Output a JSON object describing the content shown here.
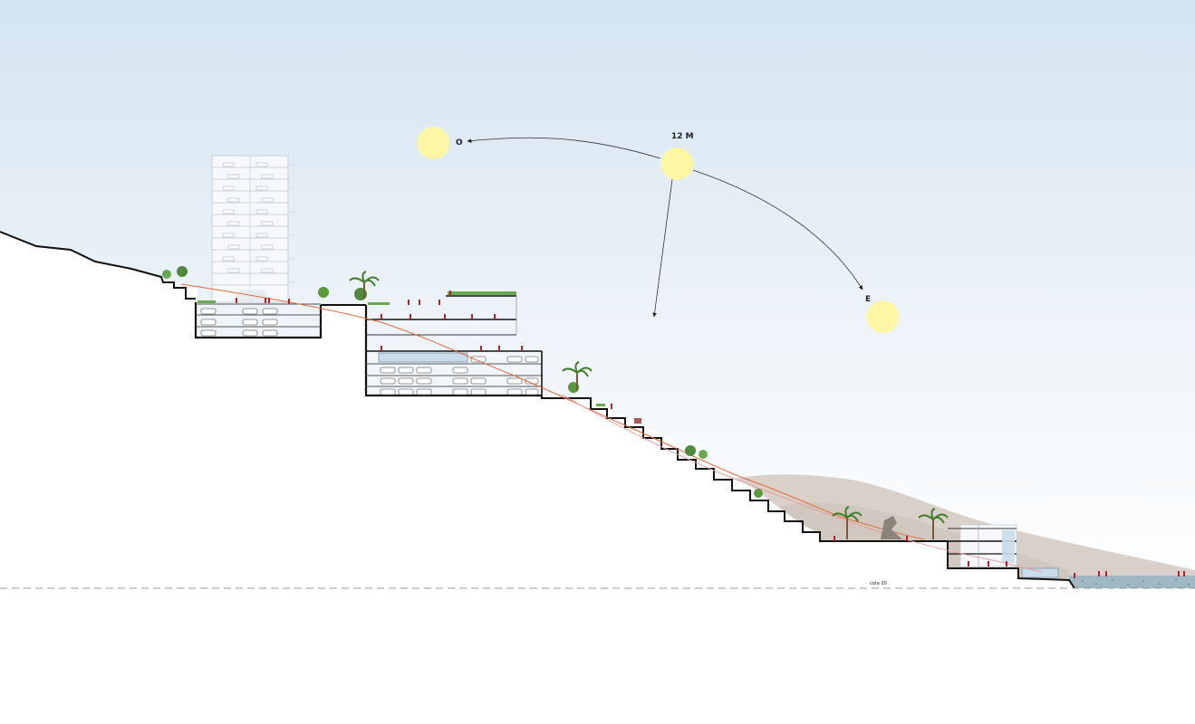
{
  "labels": {
    "noon": "12 M",
    "west": "O",
    "east": "E",
    "datum": "cota 00"
  },
  "colors": {
    "sky_top": "#d3e4f1",
    "sky_bottom": "#ffffff",
    "sun": "#fdf6a4",
    "terrain_line": "#111111",
    "slab": "#111111",
    "path": "#e06a3a",
    "path_pink": "#e7a0a0",
    "people": "#b2232a",
    "vegetation": "#5a9a3a",
    "palm": "#3f7f2a",
    "mountain": "#cfc6bd",
    "sea": "#9fb8c4",
    "pool": "#c8dceb",
    "datum_line": "#9a9a9a"
  },
  "icons": {
    "sun": "sun-disc",
    "palm": "palm-tree-icon",
    "tree": "tree-icon",
    "car": "car-icon",
    "person": "person-icon",
    "arrow": "arrow-icon"
  }
}
